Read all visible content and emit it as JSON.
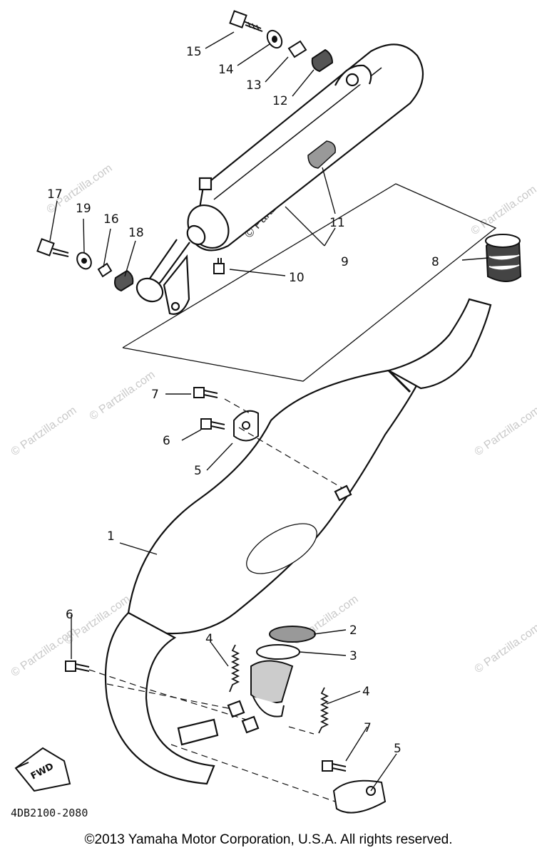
{
  "diagram": {
    "callouts": {
      "p1": "1",
      "p2": "2",
      "p3": "3",
      "p4a": "4",
      "p4b": "4",
      "p5a": "5",
      "p5b": "5",
      "p6a": "6",
      "p6b": "6",
      "p7a": "7",
      "p7b": "7",
      "p8": "8",
      "p9": "9",
      "p10": "10",
      "p11": "11",
      "p12": "12",
      "p13": "13",
      "p14": "14",
      "p15": "15",
      "p16": "16",
      "p17": "17",
      "p18": "18",
      "p19": "19"
    },
    "drawing_code": "4DB2100-2080",
    "fwd_label": "FWD",
    "watermark": "© Partzilla.com"
  },
  "copyright": "©2013  Yamaha Motor Corporation, U.S.A. All rights reserved."
}
